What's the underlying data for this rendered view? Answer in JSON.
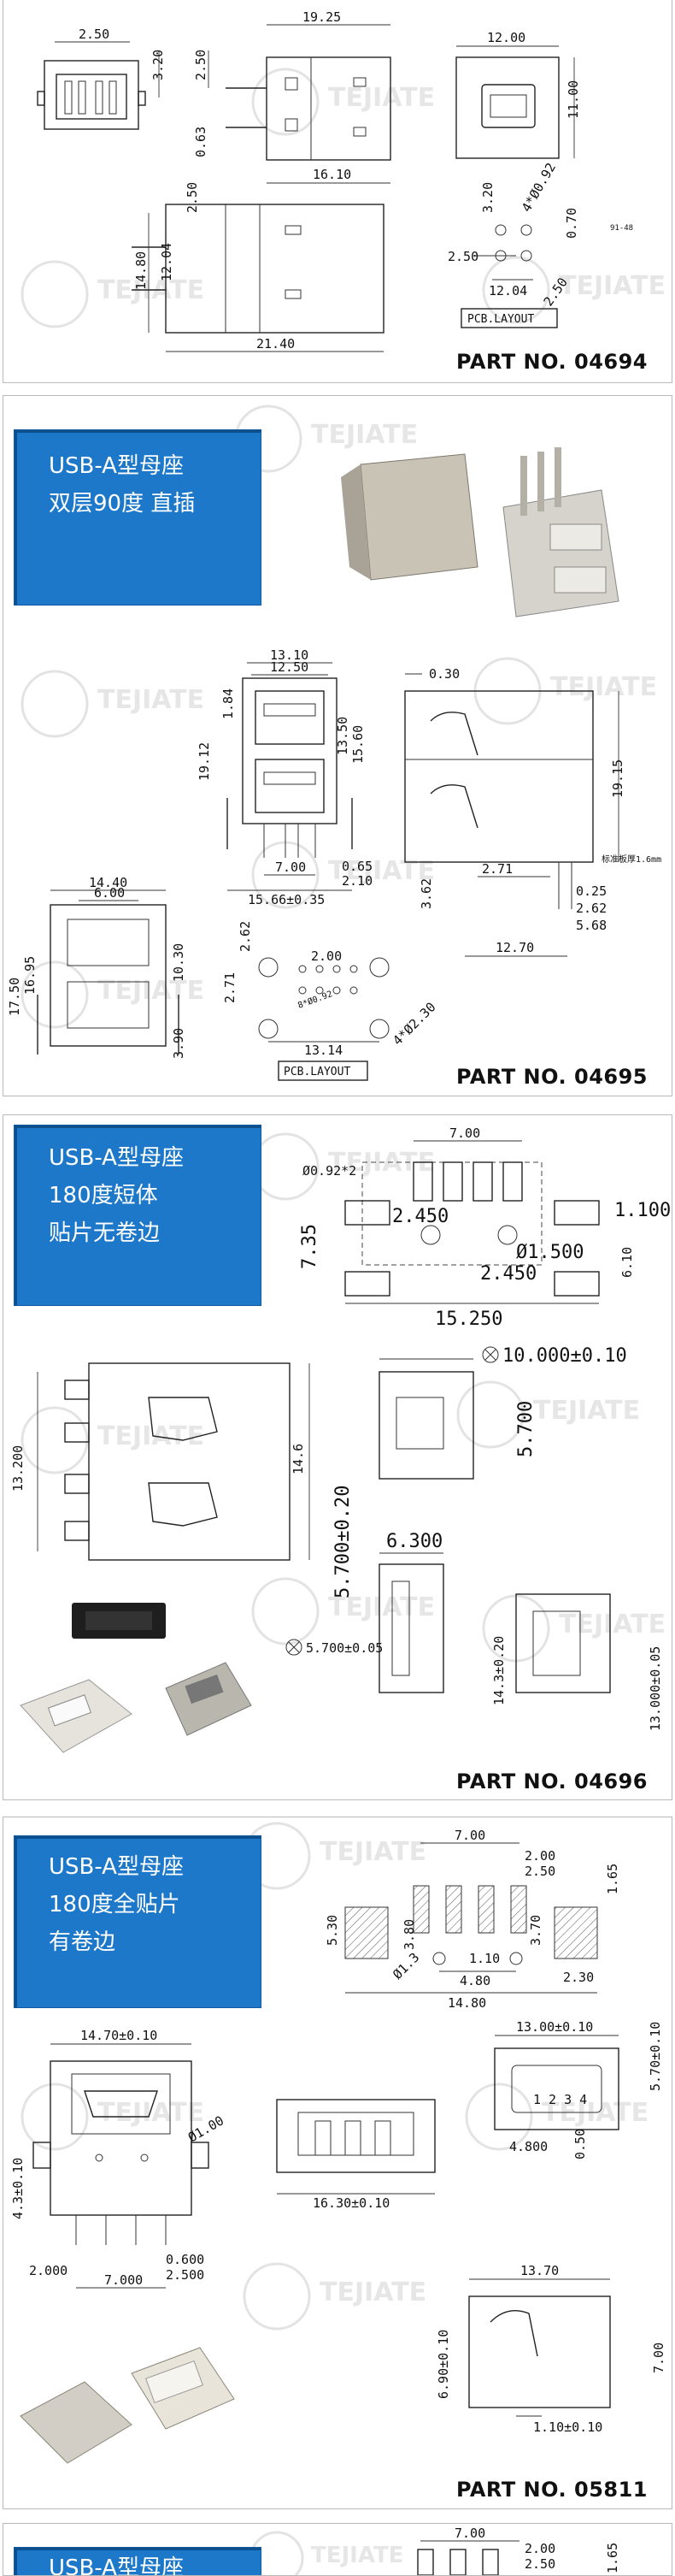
{
  "panels": [
    {
      "part_label": "PART NO. 04694",
      "dims": [
        "2.50",
        "19.25",
        "12.00",
        "3.20",
        "2.50",
        "11.00",
        "0.63",
        "16.10",
        "2.50",
        "3.20",
        "4*Ø0.92",
        "0.70",
        "91-48",
        "14.80",
        "12.04",
        "2.50",
        "12.04",
        "2.50",
        "21.40"
      ],
      "pcb_label": "PCB.LAYOUT"
    },
    {
      "title_lines": [
        "USB-A型母座",
        "双层90度  直插"
      ],
      "part_label": "PART NO. 04695",
      "dims": [
        "13.10",
        "12.50",
        "1.84",
        "19.12",
        "13.50",
        "15.60",
        "0.30",
        "19.15",
        "0.65",
        "7.00",
        "2.10",
        "15.66±0.35",
        "3.62",
        "2.71",
        "0.25",
        "2.62",
        "5.68",
        "12.70",
        "14.40",
        "6.00",
        "16.95",
        "17.50",
        "10.30",
        "2.62",
        "2.00",
        "2.71",
        "8*Ø0.92",
        "3.90",
        "13.14",
        "4*Ø2.30"
      ],
      "pcb_label": "PCB.LAYOUT",
      "note_label": "标准板厚1.6mm"
    },
    {
      "title_lines": [
        "USB-A型母座",
        "180度短体",
        "贴片无卷边"
      ],
      "part_label": "PART NO. 04696",
      "dims": [
        "7.00",
        "Ø0.92*2",
        "2.450",
        "1.100",
        "7.35",
        "Ø1.500",
        "2.450",
        "6.10",
        "15.250",
        "13.200",
        "14.6",
        "10.000±0.10",
        "5.700",
        "5.700±0.20",
        "6.300",
        "14.3±0.20",
        "13.000±0.05",
        "5.700±0.05"
      ]
    },
    {
      "title_lines": [
        "USB-A型母座",
        "180度全贴片",
        "有卷边"
      ],
      "part_label": "PART NO. 05811",
      "dims": [
        "7.00",
        "2.00",
        "2.50",
        "1.65",
        "5.30",
        "3.80",
        "1.10",
        "3.70",
        "Ø1.3",
        "4.80",
        "14.80",
        "2.30",
        "14.70±0.10",
        "13.00±0.10",
        "5.70±0.10",
        "Ø1.00",
        "4.3±0.10",
        "1 2 3 4",
        "0.600",
        "2.000",
        "2.500",
        "4.800",
        "0.50",
        "7.000",
        "16.30±0.10",
        "13.70",
        "6.90±0.10",
        "7.00",
        "1.10±0.10"
      ]
    },
    {
      "title_lines": [
        "USB-A型母座"
      ],
      "dims": [
        "7.00",
        "2.00",
        "2.50",
        "1.65"
      ]
    }
  ],
  "watermark_text": "TEJIATE"
}
